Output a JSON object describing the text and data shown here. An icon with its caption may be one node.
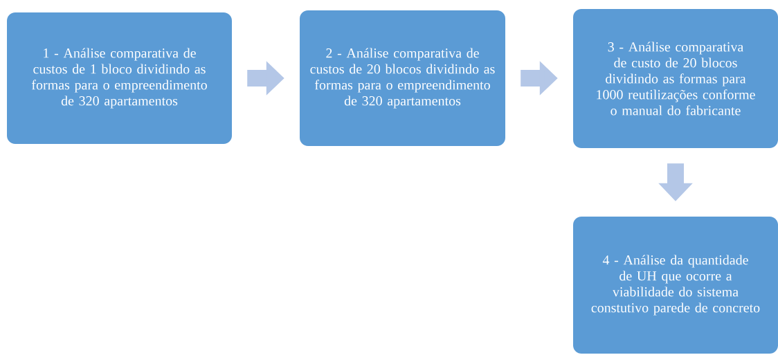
{
  "diagram": {
    "nodes": [
      {
        "text": [
          "1 - Análise comparativa de custos de 1 bloco dividindo as formas para o empreendimento de 320 apartamentos"
        ]
      },
      {
        "text": [
          "2 - Análise comparativa de custos de 20 blocos dividindo as formas para o empreendimento de 320 apartamentos"
        ]
      },
      {
        "text": [
          "3 - Análise comparativa de custo de 20 blocos dividindo as formas para 1000 reutilizações conforme o manual do fabricante"
        ]
      },
      {
        "text": [
          "4 - Análise da quantidade de UH que ocorre a viabilidade do sistema constutivo parede de concreto"
        ]
      }
    ],
    "edges": [
      {
        "from": 0,
        "to": 1,
        "arrow": "to"
      },
      {
        "from": 1,
        "to": 2,
        "arrow": "to"
      },
      {
        "from": 2,
        "to": 3,
        "arrow": "to"
      }
    ]
  }
}
